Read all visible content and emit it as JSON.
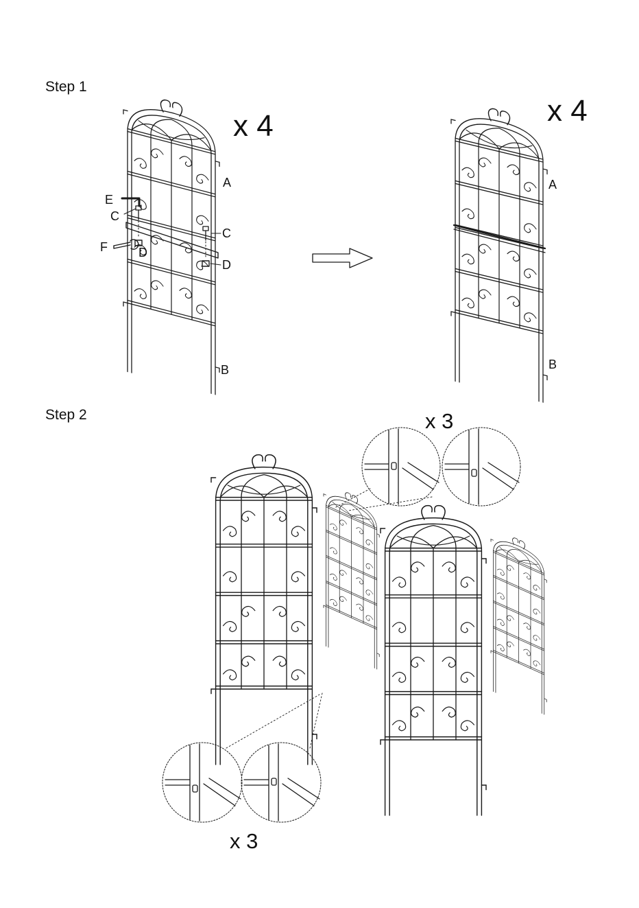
{
  "step1": {
    "title": "Step 1",
    "multiplier_left": "x 4",
    "multiplier_right": "x 4",
    "parts_left": {
      "a": "A",
      "b": "B",
      "e": "E",
      "c_left": "C",
      "c_right": "C",
      "f": "F",
      "d_left": "D",
      "d_right": "D"
    },
    "parts_right": {
      "a": "A",
      "b": "B"
    }
  },
  "step2": {
    "title": "Step 2",
    "multiplier_top": "x 3",
    "multiplier_bottom": "x 3"
  },
  "icons": {
    "arrow": "right-arrow-icon"
  },
  "colors": {
    "line": "#1a1a1a",
    "background": "#ffffff"
  }
}
